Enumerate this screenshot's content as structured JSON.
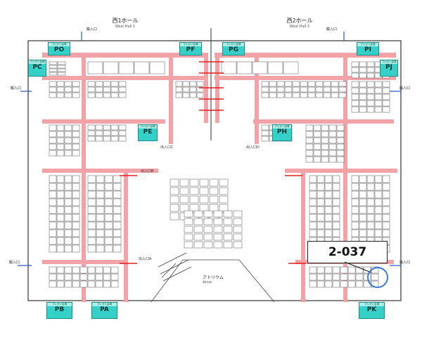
{
  "halls": {
    "west1": {
      "name_jp": "西1ホール",
      "name_en": "West Hall 1"
    },
    "west2": {
      "name_jp": "西2ホール",
      "name_en": "West Hall 2"
    }
  },
  "presentation_caption": "プレゼン会場",
  "presentation_rooms": [
    "PO",
    "PF",
    "PG",
    "PJ",
    "PC",
    "PE",
    "PH",
    "PB",
    "PA",
    "PK",
    "PI"
  ],
  "entrance_label": "搬入口",
  "atrium_label": "アトリウム",
  "atrium_sub": "Atrium",
  "entrances": {
    "c": "出入口C",
    "d": "出入口D",
    "a": "出入口A",
    "b": "出入口B"
  },
  "callout": {
    "booth": "2-037"
  },
  "colors": {
    "aisle": "#f2a3a7",
    "presentation": "#35d0c8",
    "highlight": "#3a7ad8",
    "arrows": "#e2211c"
  }
}
